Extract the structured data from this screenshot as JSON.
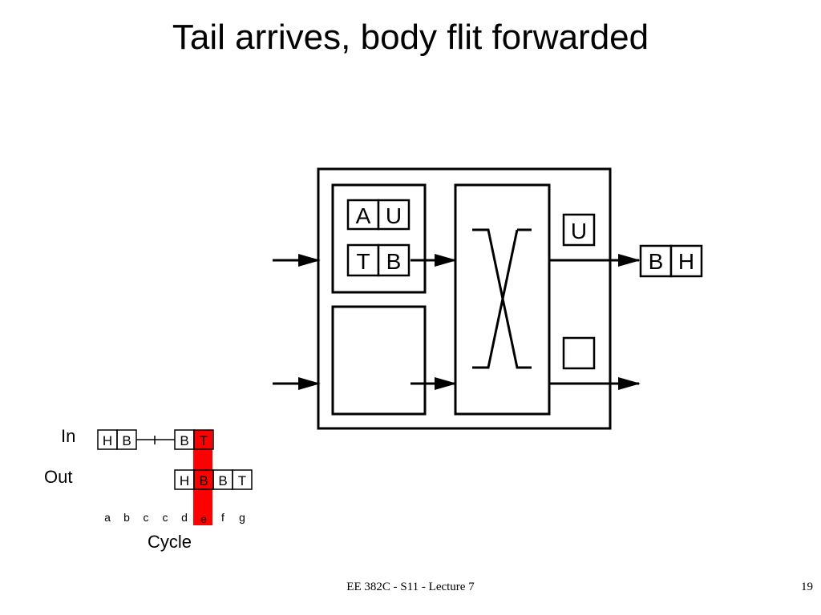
{
  "slide": {
    "title": "Tail arrives, body flit forwarded",
    "footer": "EE 382C - S11 - Lecture 7",
    "page_number": "19"
  },
  "router": {
    "input_buffer_top": [
      "A",
      "U",
      "T",
      "B"
    ],
    "vc_state_top": "U",
    "output_flits": [
      "B",
      "H"
    ]
  },
  "timeline": {
    "in_label": "In",
    "out_label": "Out",
    "axis_label": "Cycle",
    "in_flits_left": [
      "H",
      "B"
    ],
    "in_flits_right": [
      "B",
      "T"
    ],
    "out_flits": [
      "H",
      "B",
      "B",
      "T"
    ],
    "cycles": [
      "a",
      "b",
      "c",
      "c",
      "d",
      "e",
      "f",
      "g"
    ],
    "highlight_cycle": "e",
    "highlight_color": "#ff0000"
  }
}
